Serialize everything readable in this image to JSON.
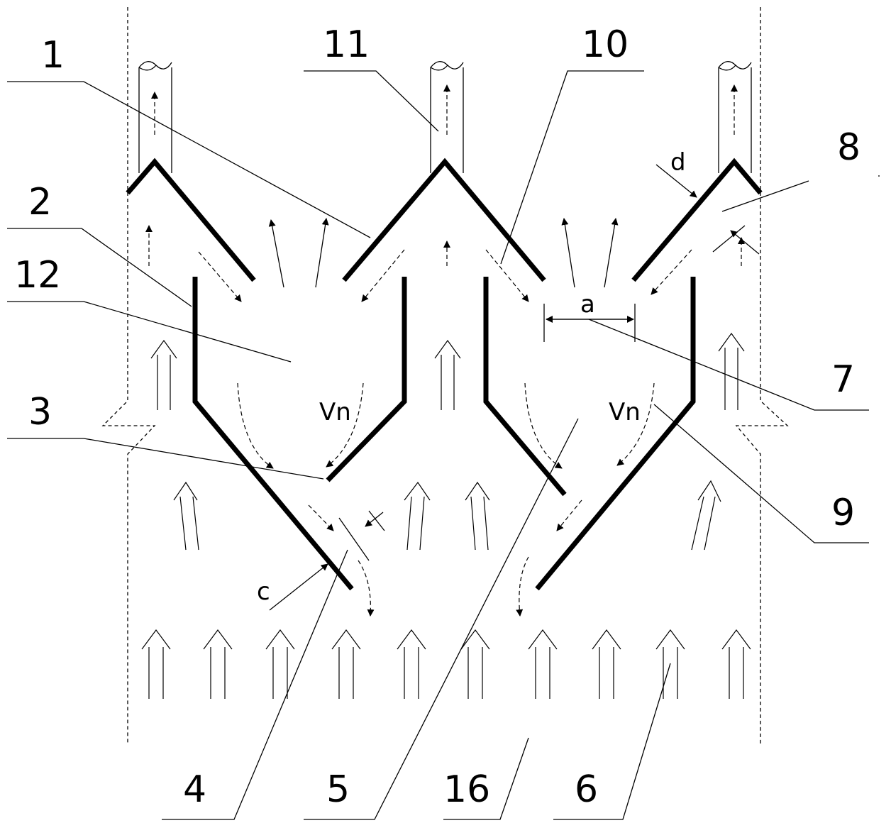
{
  "labels": {
    "l1": "1",
    "l2": "2",
    "l3": "3",
    "l4": "4",
    "l5": "5",
    "l6": "6",
    "l7": "7",
    "l8": "8",
    "l9": "9",
    "l10": "10",
    "l11": "11",
    "l12": "12",
    "l16": "16",
    "dim_a": "a",
    "dim_c": "c",
    "dim_d": "d",
    "vn_left": "Vn",
    "vn_right": "Vn"
  }
}
